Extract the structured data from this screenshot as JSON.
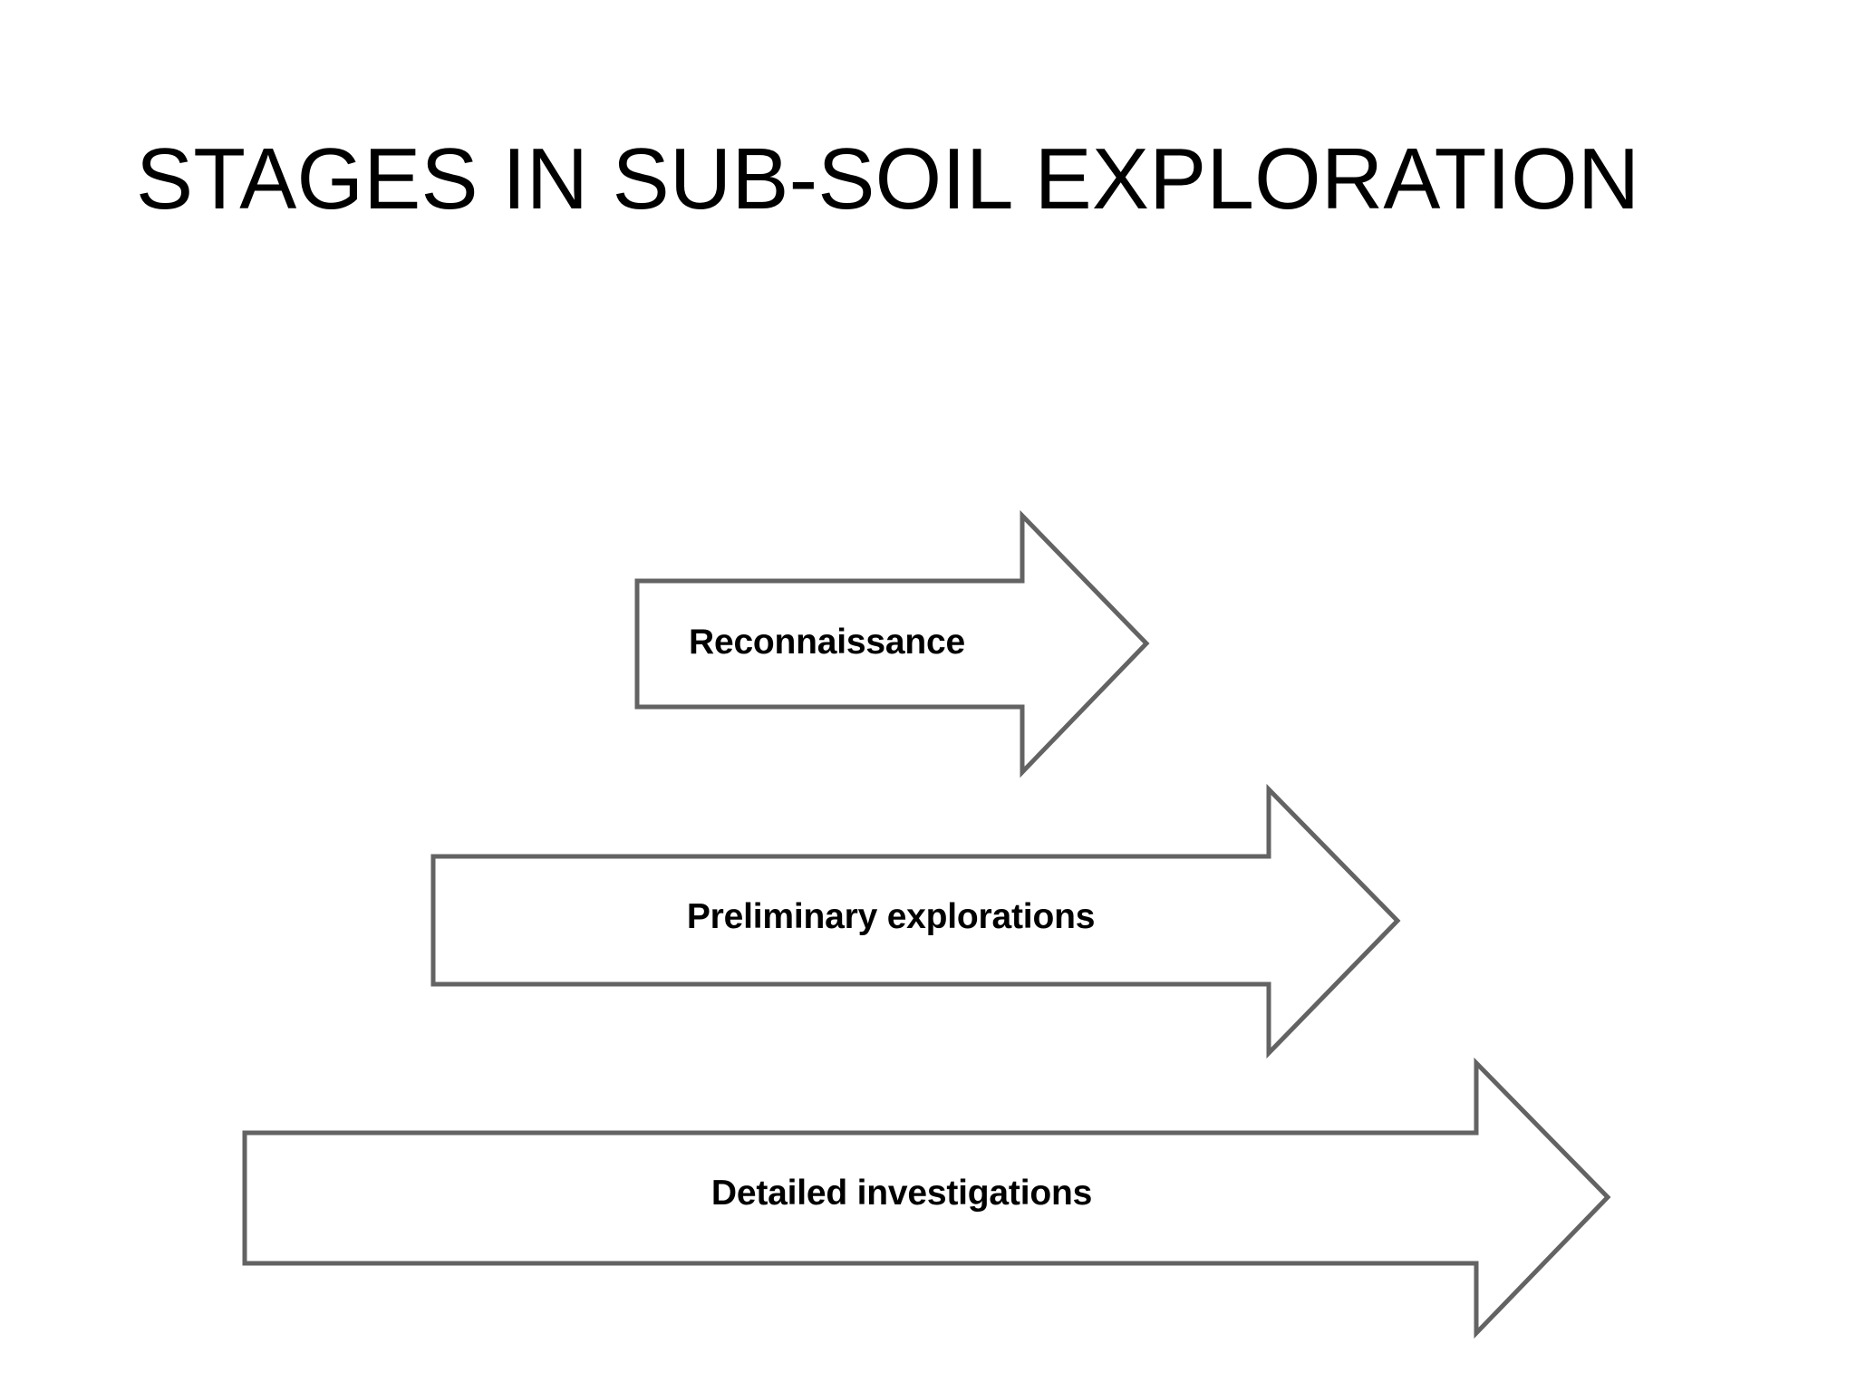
{
  "slide": {
    "title": "STAGES IN SUB-SOIL EXPLORATION",
    "background_color": "#FFFFFF",
    "title_color": "#000000"
  },
  "diagram": {
    "type": "stacked-right-arrows",
    "outline_color": "#636363",
    "fill_color": "#FFFFFF",
    "label_color": "#000000",
    "arrows": [
      {
        "id": "arrow-reconnaissance",
        "label": "Reconnaissance",
        "order": 1,
        "direction": "right"
      },
      {
        "id": "arrow-preliminary-explorations",
        "label": "Preliminary explorations",
        "order": 2,
        "direction": "right"
      },
      {
        "id": "arrow-detailed-investigations",
        "label": "Detailed investigations",
        "order": 3,
        "direction": "right"
      }
    ]
  }
}
